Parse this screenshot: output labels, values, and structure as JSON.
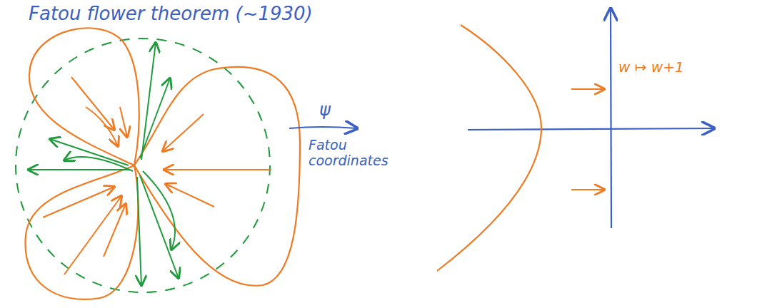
{
  "diagram": {
    "title": "Fatou flower theorem (~1930)",
    "labels": [
      "ψ",
      "Fatou coordinates",
      "w ↦ w+1"
    ]
  }
}
